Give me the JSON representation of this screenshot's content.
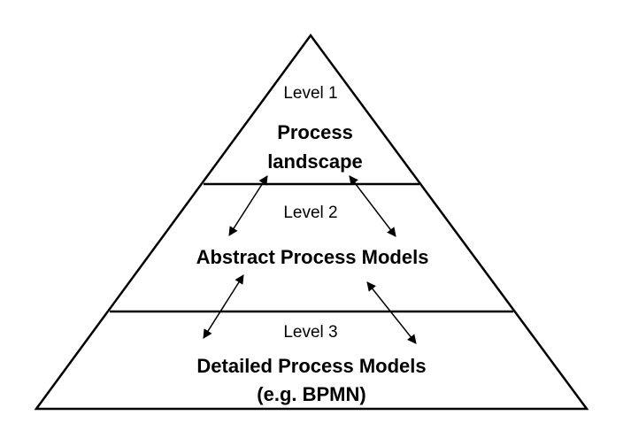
{
  "diagram": {
    "levels": [
      {
        "label": "Level 1",
        "title_lines": [
          "Process",
          "landscape"
        ]
      },
      {
        "label": "Level 2",
        "title_lines": [
          "Abstract Process Models"
        ]
      },
      {
        "label": "Level 3",
        "title_lines": [
          "Detailed Process Models",
          "(e.g. BPMN)"
        ]
      }
    ],
    "connector": "bidirectional-arrow",
    "colors": {
      "line": "#000000",
      "background": "#ffffff"
    }
  }
}
